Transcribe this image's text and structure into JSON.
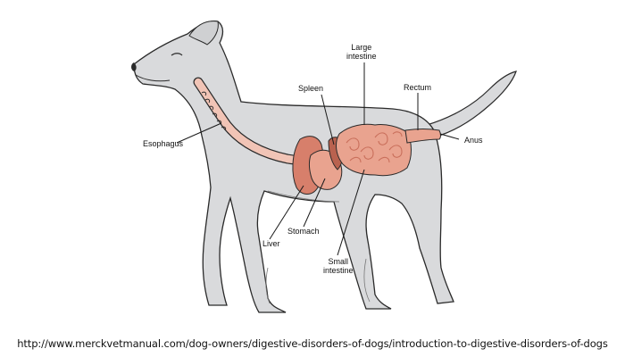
{
  "labels": {
    "large_intestine": [
      "Large",
      "intestine"
    ],
    "spleen": "Spleen",
    "rectum": "Rectum",
    "esophagus": "Esophagus",
    "anus": "Anus",
    "stomach": "Stomach",
    "liver": "Liver",
    "small_intestine": [
      "Small",
      "intestine"
    ]
  },
  "source_url": "http://www.merckvetmanual.com/dog-owners/digestive-disorders-of-dogs/introduction-to-digestive-disorders-of-dogs",
  "colors": {
    "body": "#d9dadc",
    "outline": "#2a2a2a",
    "organ": "#e9a38f",
    "organ_dark": "#c96f5b",
    "esophagus": "#f1c4b6",
    "liver": "#d77f6b"
  }
}
